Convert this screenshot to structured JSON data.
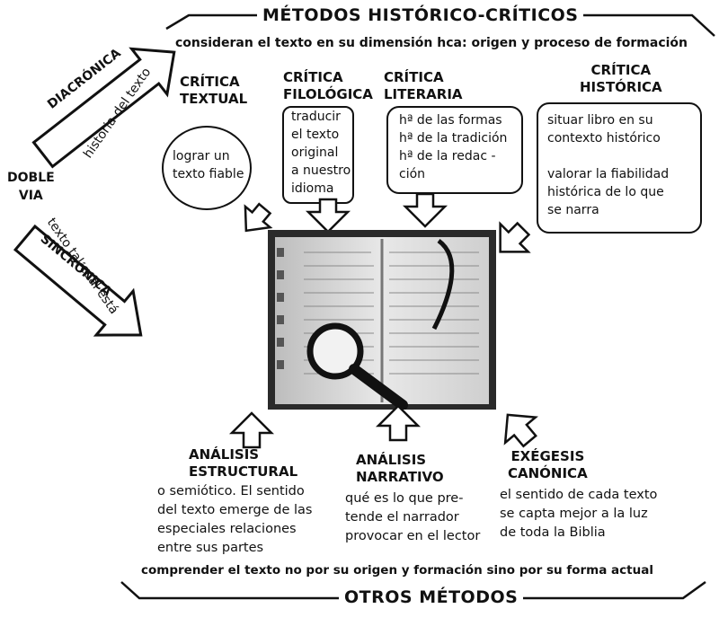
{
  "top": {
    "title": "MÉTODOS HISTÓRICO-CRÍTICOS",
    "subtitle": "consideran el texto en su dimensión hca: origen y proceso de formación"
  },
  "left": {
    "doble_via": "DOBLE\nVIA",
    "diacronica": "DIACRÓNICA",
    "diacronica_note": "historia del texto",
    "sincronica": "SINCRÓNICA",
    "sincronica_note": "texto tal cual está"
  },
  "criticas": [
    {
      "head": "CRÍTICA\nTEXTUAL",
      "text": "lograr un\ntexto fiable"
    },
    {
      "head": "CRÍTICA\nFILOLÓGICA",
      "text": "traducir\nel texto\noriginal\na nuestro\nidioma"
    },
    {
      "head": "CRÍTICA\nLITERARIA",
      "text": "hª de las formas\nhª de la tradición\nhª de la redac -\n       ción"
    },
    {
      "head": "CRÍTICA\nHISTÓRICA",
      "text": "situar libro en su\ncontexto histórico\n\nvalorar la fiabilidad\nhistórica de lo que\nse narra"
    }
  ],
  "otros": [
    {
      "head": "ANÁLISIS\nESTRUCTURAL",
      "text": "o semiótico. El sentido\ndel texto emerge de las\nespeciales relaciones\nentre sus partes"
    },
    {
      "head": "ANÁLISIS\nNARRATIVO",
      "text": "qué es lo que pre-\ntende el narrador\nprovocar en el lector"
    },
    {
      "head": "EXÉGESIS\nCANÓNICA",
      "text": "el sentido de cada texto\nse capta mejor a la luz\nde toda la Biblia"
    }
  ],
  "bottom": {
    "subtitle": "comprender el texto no por su origen y formación sino por su forma actual",
    "title": "OTROS MÉTODOS"
  }
}
